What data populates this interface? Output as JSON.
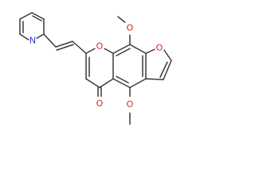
{
  "molecule": {
    "atom_labels": {
      "pyridine_nitrogen": "N",
      "pyran_oxygen": "O",
      "furan_oxygen": "O",
      "carbonyl_oxygen": "O",
      "methoxy_top": "O",
      "methoxy_bottom": "O"
    }
  },
  "colors": {
    "bond": "#3a3a3a",
    "nitrogen": "#2a3ad6",
    "oxygen": "#e02020",
    "background": "#ffffff"
  }
}
